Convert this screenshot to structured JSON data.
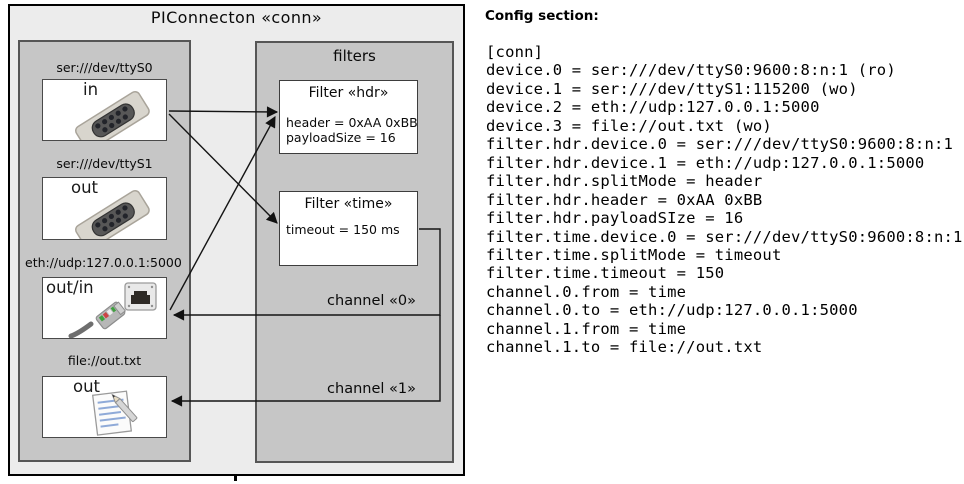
{
  "diagram": {
    "title": "PIConnecton «conn»",
    "devices_panel": {
      "devices": [
        {
          "uri": "ser:///dev/ttyS0",
          "direction": "in"
        },
        {
          "uri": "ser:///dev/ttyS1",
          "direction": "out"
        },
        {
          "uri": "eth://udp:127.0.0.1:5000",
          "direction": "out/in"
        },
        {
          "uri": "file://out.txt",
          "direction": "out"
        }
      ]
    },
    "filters_panel": {
      "title": "filters",
      "filters": [
        {
          "title": "Filter «hdr»",
          "params": [
            "header = 0xAA 0xBB",
            "payloadSize = 16"
          ]
        },
        {
          "title": "Filter «time»",
          "params": [
            "timeout = 150 ms"
          ]
        }
      ],
      "channel_labels": [
        "channel «0»",
        "channel «1»"
      ]
    }
  },
  "config": {
    "heading": "Config section:",
    "lines": [
      "[conn]",
      "device.0 = ser:///dev/ttyS0:9600:8:n:1 (ro)",
      "device.1 = ser:///dev/ttyS1:115200 (wo)",
      "device.2 = eth://udp:127.0.0.1:5000",
      "device.3 = file://out.txt (wo)",
      "filter.hdr.device.0 = ser:///dev/ttyS0:9600:8:n:1",
      "filter.hdr.device.1 = eth://udp:127.0.0.1:5000",
      "filter.hdr.splitMode = header",
      "filter.hdr.header = 0xAA 0xBB",
      "filter.hdr.payloadSIze = 16",
      "filter.time.device.0 = ser:///dev/ttyS0:9600:8:n:1",
      "filter.time.splitMode = timeout",
      "filter.time.timeout = 150",
      "channel.0.from = time",
      "channel.0.to = eth://udp:127.0.0.1:5000",
      "channel.1.from = time",
      "channel.1.to = file://out.txt"
    ]
  },
  "colors": {
    "diagram_fill": "#ececec",
    "panel_fill": "#c6c6c6",
    "box_fill": "#ffffff",
    "border": "#4a4a4a",
    "text": "#000000"
  }
}
